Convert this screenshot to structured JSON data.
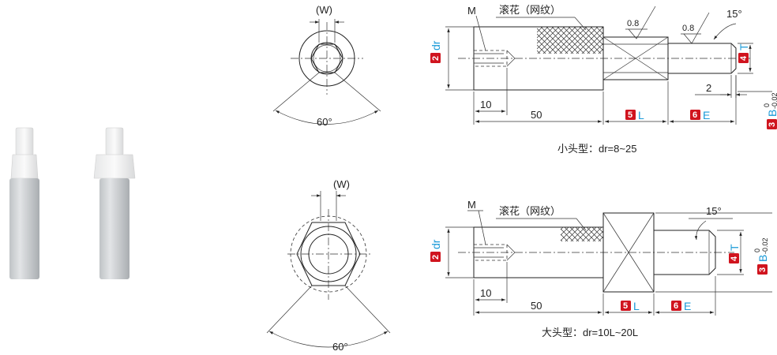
{
  "photo": {
    "count": 2
  },
  "small_head": {
    "end_view": {
      "w_label": "(W)",
      "angle_label": "60°"
    },
    "side_view": {
      "m_label": "M",
      "knurl_label": "滚花（网纹）",
      "roughness_1": "0.8",
      "roughness_2": "0.8",
      "chamfer_label": "15°",
      "dim_10": "10",
      "dim_50": "50",
      "dim_2": "2",
      "dr_num": "2",
      "dr_text": "dr",
      "b_num": "3",
      "b_text": "B",
      "b_tol_up": "0",
      "b_tol_low": "-0.02",
      "t_num": "4",
      "t_text": "T",
      "l_num": "5",
      "l_text": "L",
      "e_num": "6",
      "e_text": "E"
    },
    "caption": "小头型：dr=8~25"
  },
  "large_head": {
    "end_view": {
      "w_label": "(W)",
      "angle_label": "60°"
    },
    "side_view": {
      "m_label": "M",
      "knurl_label": "滚花（网纹）",
      "chamfer_label": "15°",
      "dim_10": "10",
      "dim_50": "50",
      "dr_num": "2",
      "dr_text": "dr",
      "b_num": "3",
      "b_text": "B",
      "b_tol_up": "0",
      "b_tol_low": "-0.02",
      "t_num": "4",
      "t_text": "T",
      "l_num": "5",
      "l_text": "L",
      "e_num": "6",
      "e_text": "E"
    },
    "caption": "大头型：dr=10L~20L"
  },
  "colors": {
    "badge": "#d0141e",
    "accent": "#1a9ad8"
  }
}
